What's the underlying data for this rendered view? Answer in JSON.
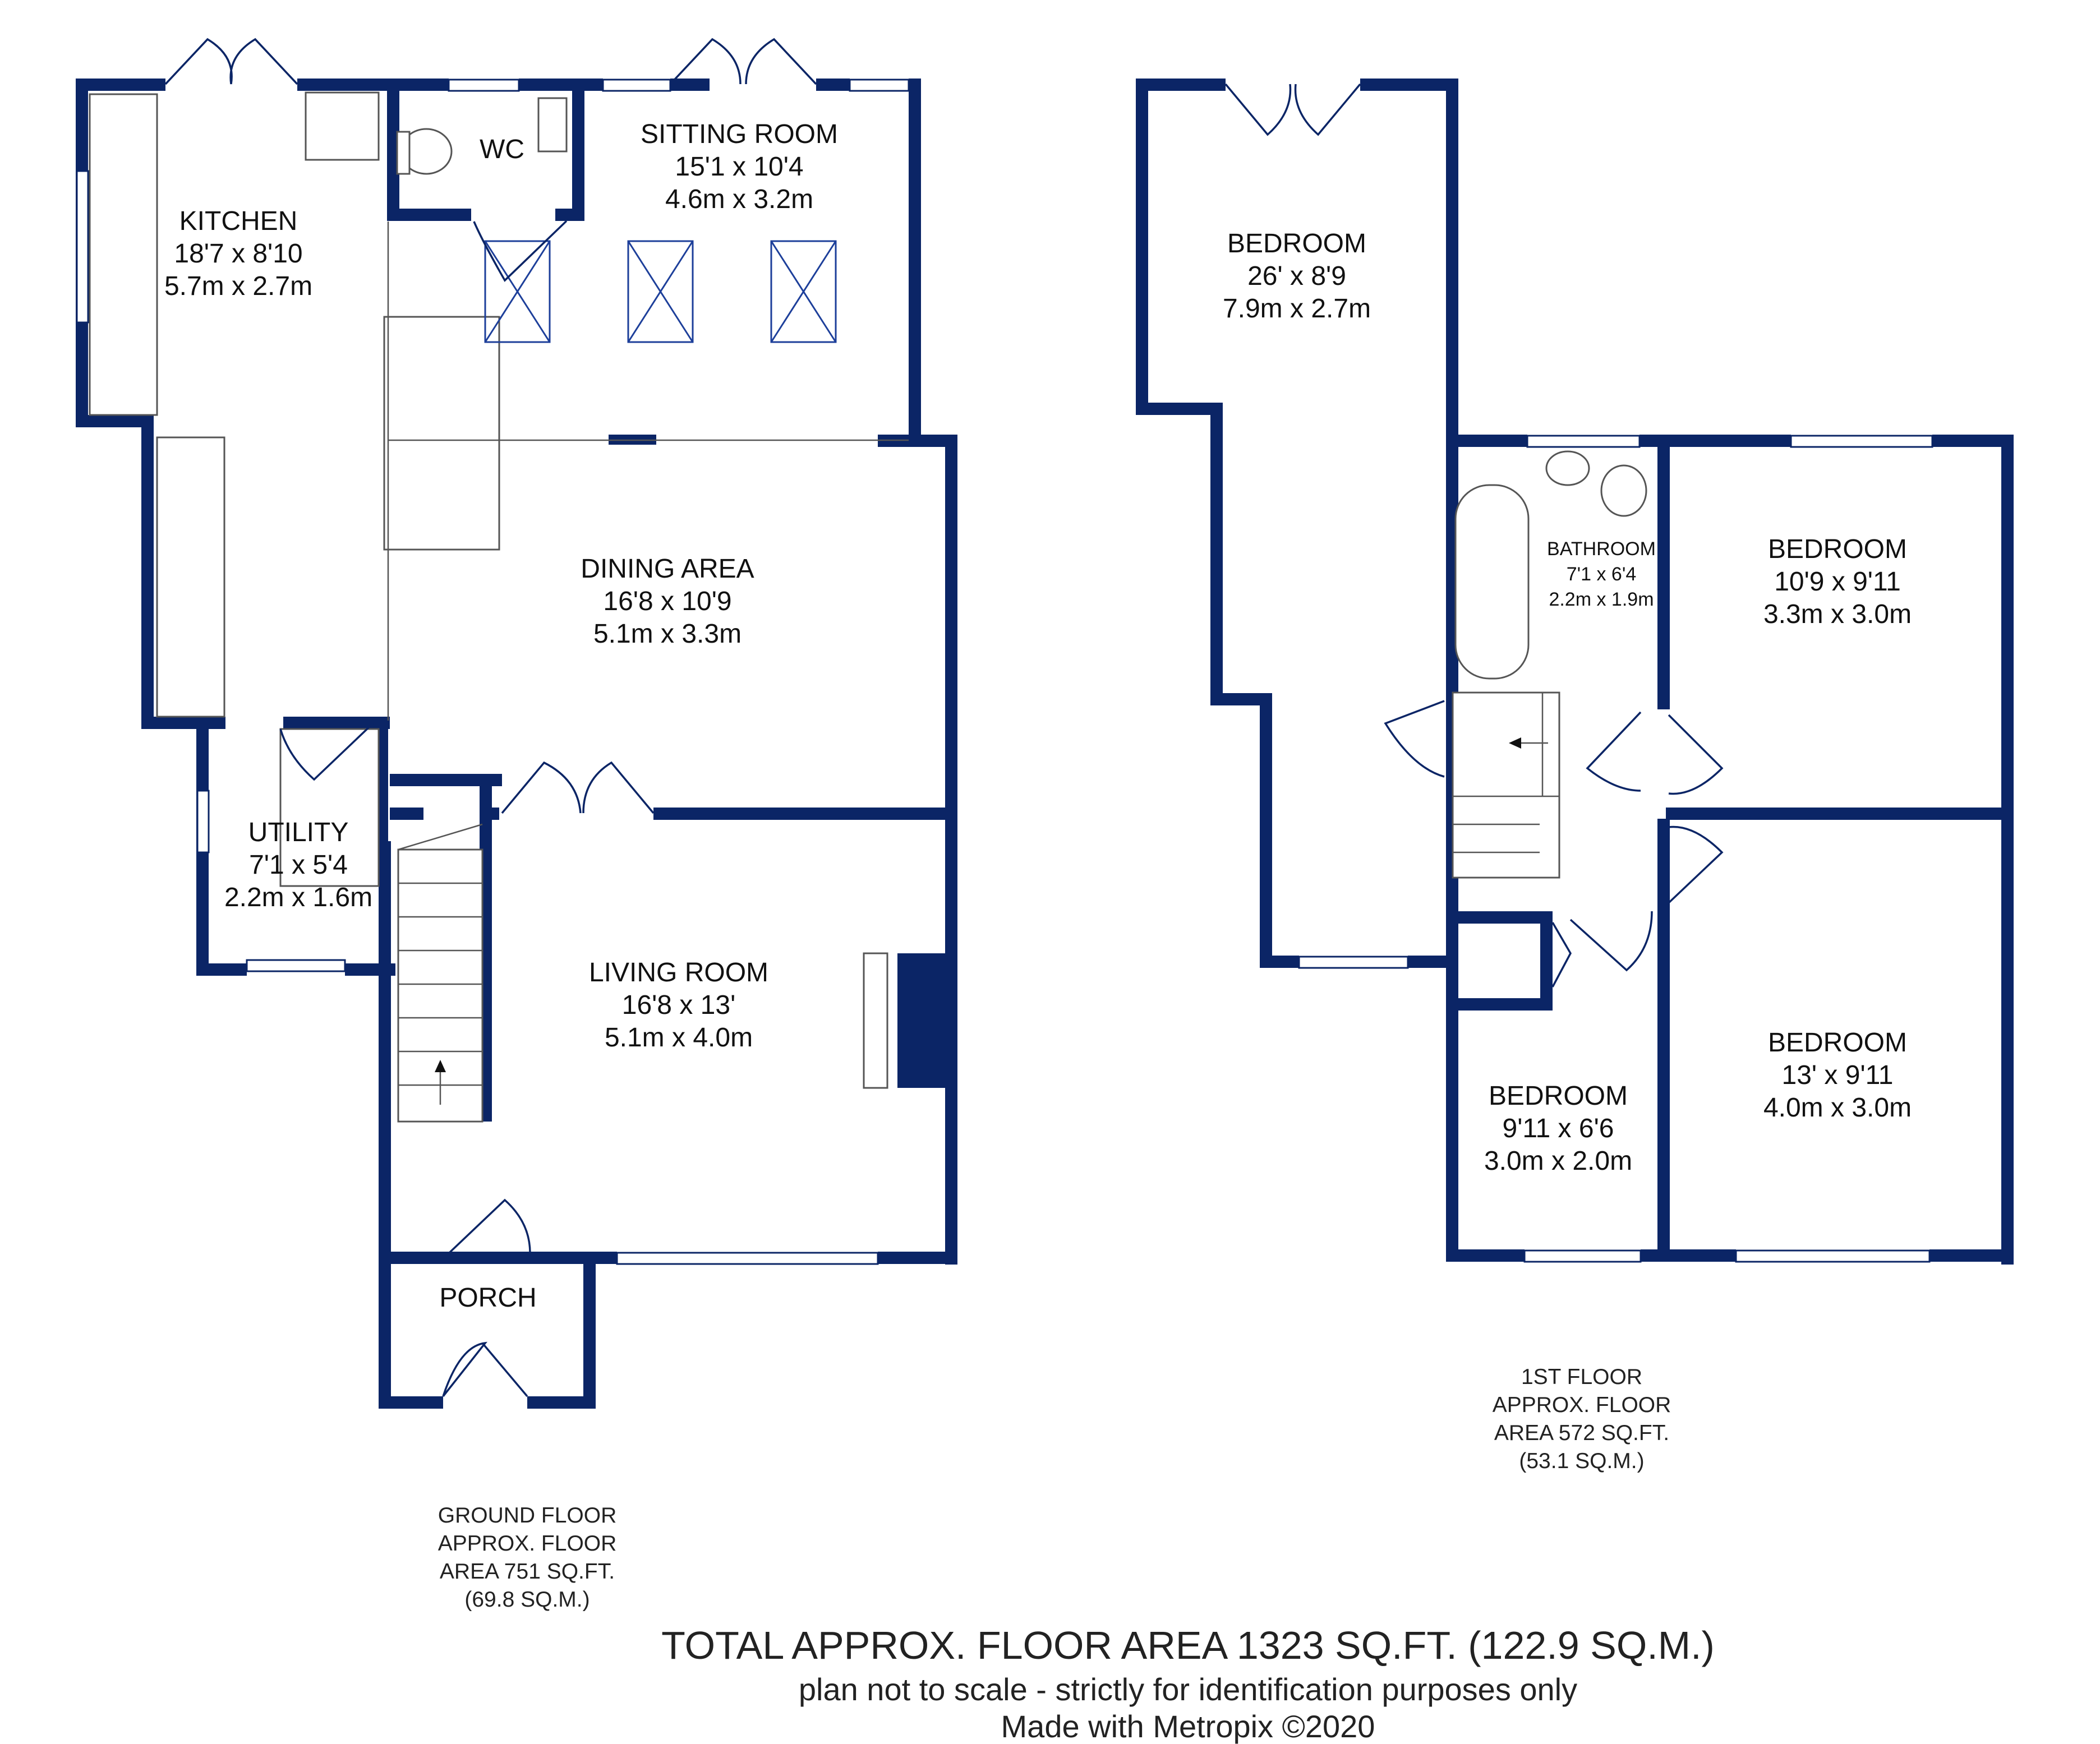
{
  "ground_floor": {
    "rooms": {
      "kitchen": {
        "name": "KITCHEN",
        "imperial": "18'7 x 8'10",
        "metric": "5.7m x 2.7m"
      },
      "wc": {
        "name": "WC"
      },
      "sitting_room": {
        "name": "SITTING ROOM",
        "imperial": "15'1 x 10'4",
        "metric": "4.6m x 3.2m"
      },
      "dining_area": {
        "name": "DINING AREA",
        "imperial": "16'8 x 10'9",
        "metric": "5.1m x 3.3m"
      },
      "utility": {
        "name": "UTILITY",
        "imperial": "7'1 x 5'4",
        "metric": "2.2m x 1.6m"
      },
      "living_room": {
        "name": "LIVING ROOM",
        "imperial": "16'8 x 13'",
        "metric": "5.1m x 4.0m"
      },
      "porch": {
        "name": "PORCH"
      }
    },
    "area_label": [
      "GROUND FLOOR",
      "APPROX. FLOOR",
      "AREA 751 SQ.FT.",
      "(69.8 SQ.M.)"
    ]
  },
  "first_floor": {
    "rooms": {
      "bedroom_1": {
        "name": "BEDROOM",
        "imperial": "26' x 8'9",
        "metric": "7.9m x 2.7m"
      },
      "bathroom": {
        "name": "BATHROOM",
        "imperial": "7'1 x 6'4",
        "metric": "2.2m x 1.9m"
      },
      "bedroom_2": {
        "name": "BEDROOM",
        "imperial": "10'9 x 9'11",
        "metric": "3.3m x 3.0m"
      },
      "bedroom_3": {
        "name": "BEDROOM",
        "imperial": "13' x 9'11",
        "metric": "4.0m x 3.0m"
      },
      "bedroom_4": {
        "name": "BEDROOM",
        "imperial": "9'11 x 6'6",
        "metric": "3.0m x 2.0m"
      }
    },
    "area_label": [
      "1ST FLOOR",
      "APPROX. FLOOR",
      "AREA 572 SQ.FT.",
      "(53.1 SQ.M.)"
    ]
  },
  "footer": {
    "total": "TOTAL APPROX. FLOOR AREA 1323 SQ.FT. (122.9 SQ.M.)",
    "disclaimer": "plan not to scale - strictly for identification purposes only",
    "credit": "Made with Metropix ©2020"
  },
  "colors": {
    "wall": "#0b2566",
    "background": "#ffffff"
  }
}
